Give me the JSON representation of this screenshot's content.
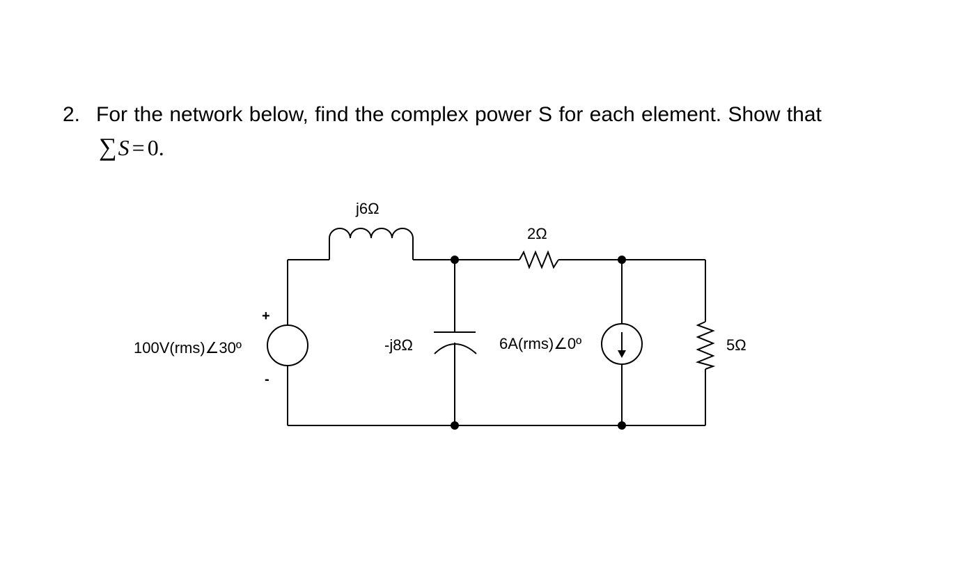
{
  "problem": {
    "number": "2.",
    "text": "For the network below, find the complex power S for each element.  Show that",
    "equation": {
      "sum_symbol": "∑",
      "variable": "S",
      "equals": "=",
      "value": "0",
      "terminator": "."
    }
  },
  "circuit": {
    "inductor_label": "j6Ω",
    "resistor_series_label": "2Ω",
    "source_voltage_label": "100V(rms)∠30º",
    "source_plus": "+",
    "source_minus": "-",
    "capacitor_label": "-j8Ω",
    "current_source_label": "6A(rms)∠0º",
    "resistor_load_label": "5Ω"
  }
}
